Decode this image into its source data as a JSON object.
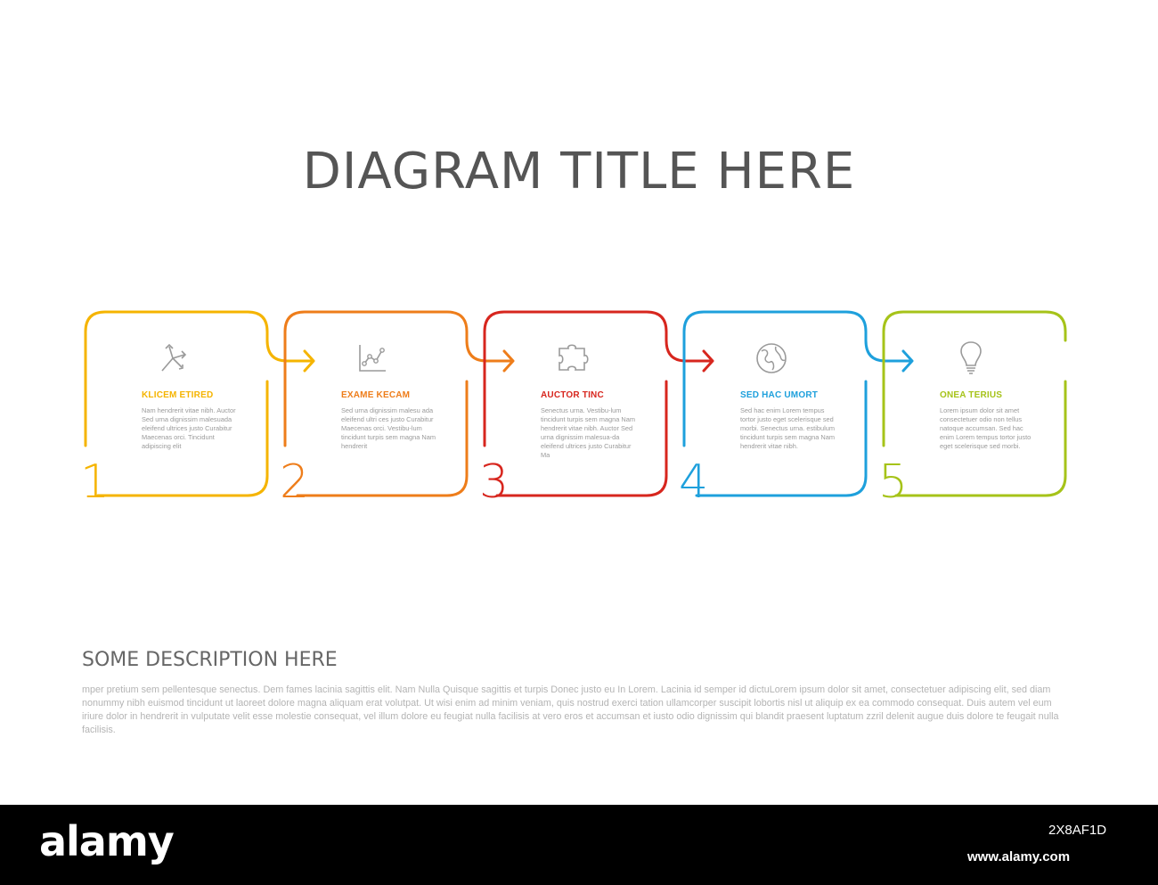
{
  "title": "DIAGRAM TITLE HERE",
  "steps": [
    {
      "number": "1",
      "heading": "KLICEM ETIRED",
      "color": "#f5b400",
      "icon": "arrows-split-icon",
      "text": "Nam hendrerit vitae nibh. Auctor Sed urna dignissim malesuada eleifend ultrices justo Curabitur Maecenas orci. Tincidunt adipiscing elit"
    },
    {
      "number": "2",
      "heading": "EXAME KECAM",
      "color": "#ee7d1a",
      "icon": "line-chart-icon",
      "text": "Sed urna dignissim malesu ada eleifend ultri ces justo Curabitur Maecenas orci. Vestibu-lum tincidunt turpis sem magna Nam hendrerit"
    },
    {
      "number": "3",
      "heading": "AUCTOR TINC",
      "color": "#d7261e",
      "icon": "puzzle-piece-icon",
      "text": "Senectus urna. Vestibu-lum tincidunt turpis sem magna Nam hendrerit vitae nibh. Auctor Sed urna dignissim malesua-da eleifend ultrices justo Curabitur Ma"
    },
    {
      "number": "4",
      "heading": "SED HAC UMORT",
      "color": "#1ea0dc",
      "icon": "globe-icon",
      "text": "Sed hac enim Lorem tempus tortor justo eget scelerisque sed morbi. Senectus urna. estibulum tincidunt turpis sem magna Nam hendrerit vitae nibh."
    },
    {
      "number": "5",
      "heading": "ONEA TERIUS",
      "color": "#a6c319",
      "icon": "light-bulb-icon",
      "text": "Lorem ipsum dolor sit amet consectetuer odio non tellus natoque accumsan. Sed hac enim Lorem tempus tortor justo eget scelerisque sed morbi."
    }
  ],
  "description": {
    "title": "SOME DESCRIPTION HERE",
    "text": "mper pretium sem pellentesque senectus. Dem fames lacinia sagittis elit. Nam Nulla Quisque sagittis et turpis Donec justo eu In Lorem. Lacinia id semper id dictuLorem ipsum dolor sit amet, consectetuer adipiscing elit, sed diam nonummy nibh euismod tincidunt ut laoreet dolore magna aliquam erat volutpat. Ut wisi enim ad minim veniam, quis nostrud exerci tation ullamcorper suscipit lobortis nisl ut aliquip ex ea commodo consequat. Duis autem vel eum iriure dolor in hendrerit in vulputate velit esse molestie consequat, vel illum dolore eu feugiat nulla facilisis at vero eros et accumsan et iusto odio dignissim qui blandit praesent luptatum zzril delenit augue duis dolore te feugait nulla facilisis."
  },
  "footer": {
    "brand": "alamy",
    "image_id": "2X8AF1D",
    "site": "www.alamy.com"
  },
  "icon_color": "#9a9a9a"
}
